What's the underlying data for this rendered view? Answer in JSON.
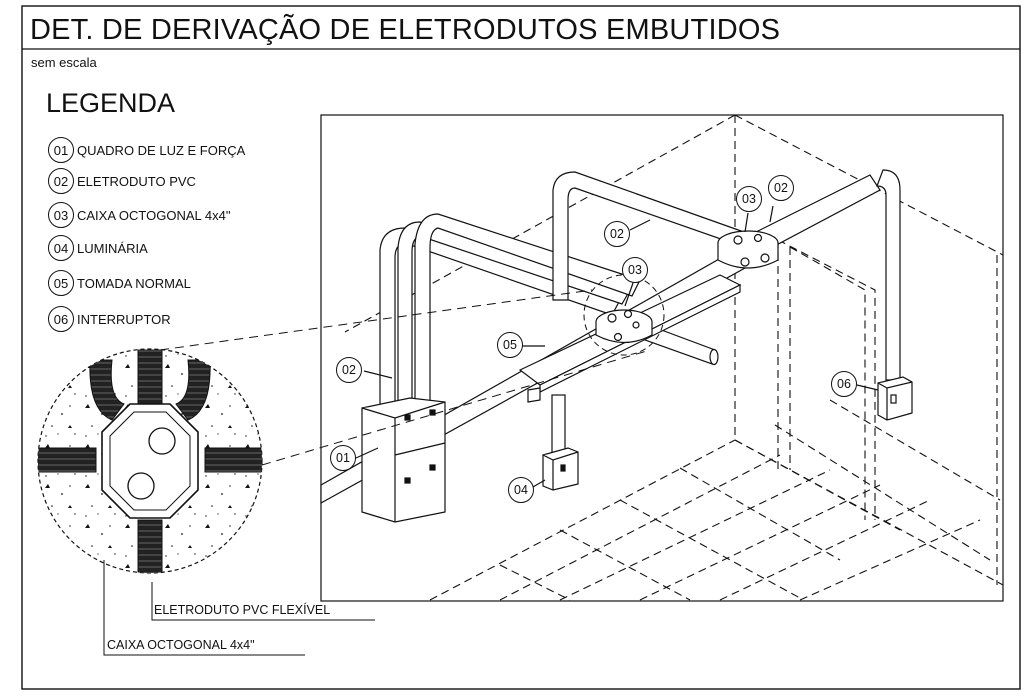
{
  "title": "DET. DE DERIVAÇÃO DE ELETRODUTOS EMBUTIDOS",
  "subtitle": "sem escala",
  "legend": {
    "heading": "LEGENDA",
    "items": [
      {
        "num": "01",
        "label": "QUADRO DE LUZ E FORÇA"
      },
      {
        "num": "02",
        "label": "ELETRODUTO PVC"
      },
      {
        "num": "03",
        "label": "CAIXA OCTOGONAL 4x4\""
      },
      {
        "num": "04",
        "label": "LUMINÁRIA"
      },
      {
        "num": "05",
        "label": "TOMADA NORMAL"
      },
      {
        "num": "06",
        "label": "INTERRUPTOR"
      }
    ]
  },
  "detail_callouts": {
    "flex_conduit": "ELETRODUTO PVC FLEXÍVEL",
    "octagonal_box": "CAIXA OCTOGONAL 4x4\""
  },
  "tags": {
    "t01": "01",
    "t02a": "02",
    "t02b": "02",
    "t02c": "02",
    "t03a": "03",
    "t03b": "03",
    "t04": "04",
    "t05": "05",
    "t06": "06"
  }
}
